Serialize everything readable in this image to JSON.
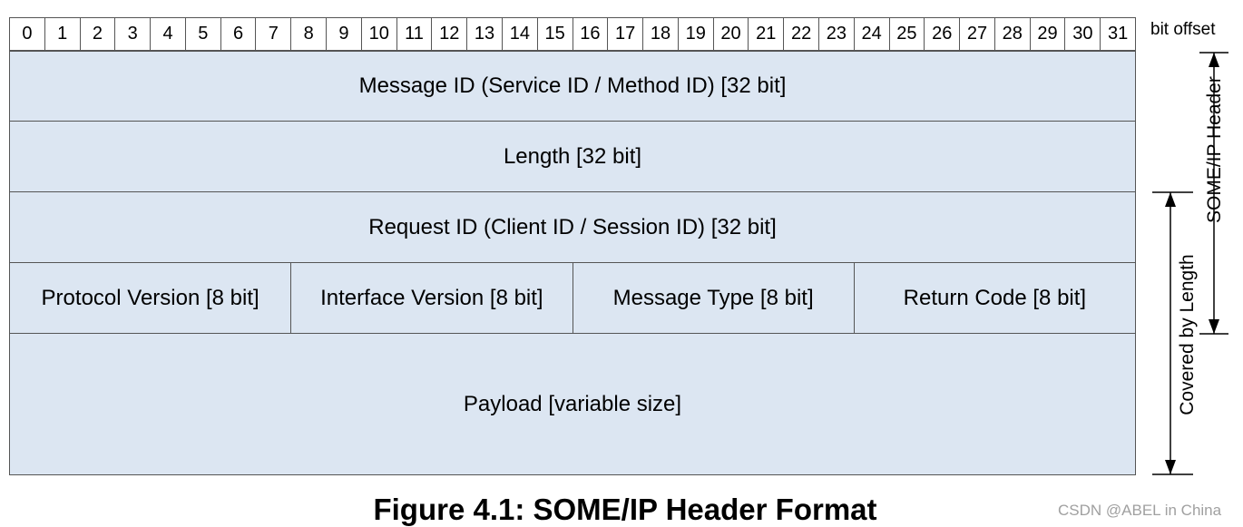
{
  "bit_labels": [
    "0",
    "1",
    "2",
    "3",
    "4",
    "5",
    "6",
    "7",
    "8",
    "9",
    "10",
    "11",
    "12",
    "13",
    "14",
    "15",
    "16",
    "17",
    "18",
    "19",
    "20",
    "21",
    "22",
    "23",
    "24",
    "25",
    "26",
    "27",
    "28",
    "29",
    "30",
    "31"
  ],
  "bit_offset_label": "bit offset",
  "rows": {
    "message_id": "Message ID (Service ID / Method ID) [32 bit]",
    "length": "Length [32 bit]",
    "request_id": "Request ID (Client ID / Session ID) [32 bit]",
    "protocol_version": "Protocol Version [8 bit]",
    "interface_version": "Interface Version [8 bit]",
    "message_type": "Message Type [8 bit]",
    "return_code": "Return Code [8 bit]",
    "payload": "Payload [variable size]"
  },
  "annotations": {
    "header": "SOME/IP Header",
    "covered": "Covered by Length"
  },
  "caption": "Figure 4.1: SOME/IP Header Format",
  "watermark": "CSDN @ABEL in China",
  "colors": {
    "field_fill": "#dce6f2",
    "border": "#555555"
  }
}
